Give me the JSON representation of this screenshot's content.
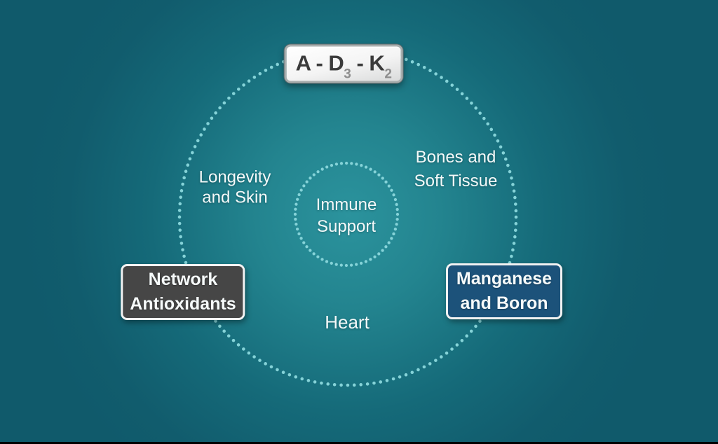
{
  "badge": {
    "part1": "A - D",
    "sub1": "3",
    "part2": " - K",
    "sub2": "2"
  },
  "labels": {
    "longevity": {
      "line1": "Longevity",
      "line2": "and Skin"
    },
    "bones": {
      "line1": "Bones and",
      "line2": "Soft Tissue"
    },
    "immune": {
      "line1": "Immune",
      "line2": "Support"
    },
    "heart": "Heart"
  },
  "boxes": {
    "network": {
      "line1": "Network",
      "line2": "Antioxidants"
    },
    "manganese": {
      "line1": "Manganese",
      "line2": "and Boron"
    }
  },
  "colors": {
    "background_center": "#2b939d",
    "background_edge": "#115c6d",
    "dot": "#85d3d8",
    "network_box_bg": "#464646",
    "manganese_box_bg": "#1c527a",
    "box_border": "#f2f2f2",
    "badge_face": "#f7f7f7",
    "badge_frame": "#a9aeae",
    "badge_text": "#3b3b3b",
    "badge_subscript": "#8d8d8d",
    "label_text": "#f4f9f9"
  }
}
